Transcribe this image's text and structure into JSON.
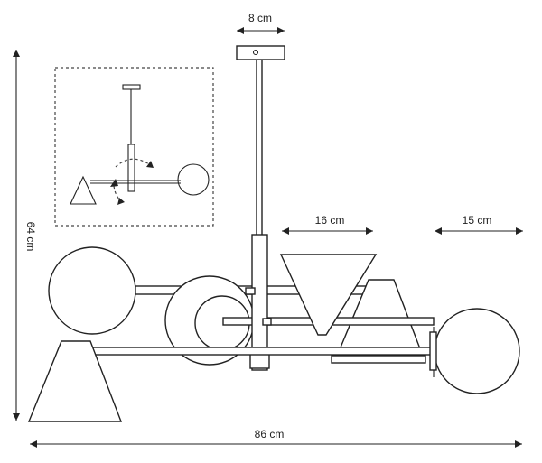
{
  "dimensions": {
    "canopy_width": "8 cm",
    "shade_width": "16 cm",
    "globe_width": "15 cm",
    "height": "64 cm",
    "total_width": "86 cm"
  }
}
